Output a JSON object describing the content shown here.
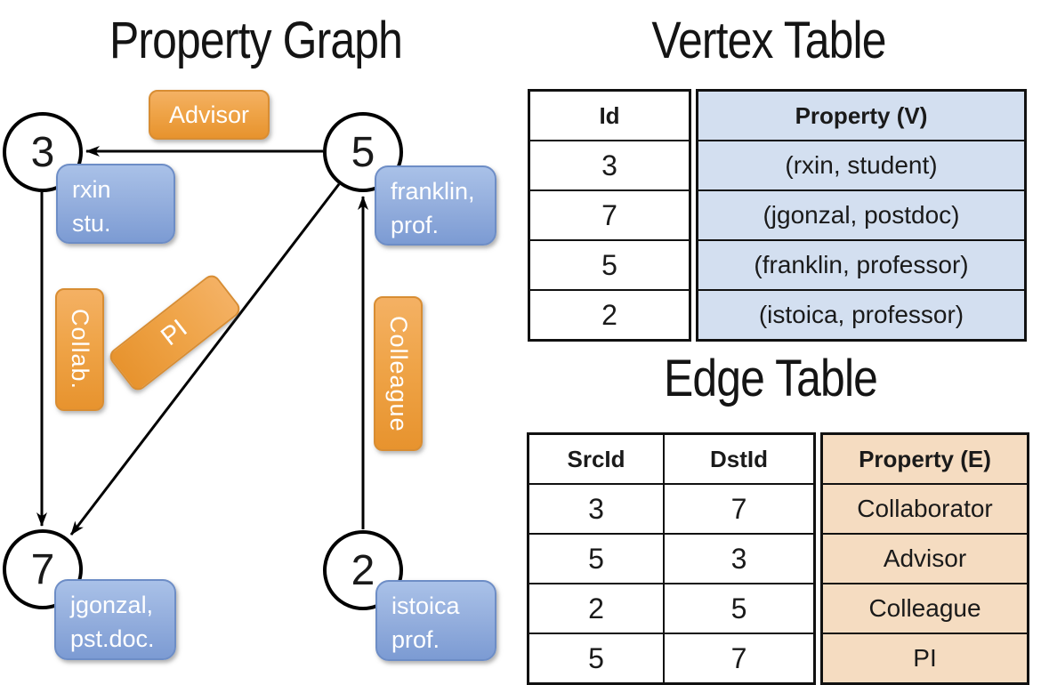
{
  "graph": {
    "title": "Property Graph",
    "vertices": [
      {
        "id": "3",
        "line1": "rxin",
        "line2": "stu."
      },
      {
        "id": "5",
        "line1": "franklin,",
        "line2": "prof."
      },
      {
        "id": "7",
        "line1": "jgonzal,",
        "line2": "pst.doc."
      },
      {
        "id": "2",
        "line1": "istoica",
        "line2": "prof."
      }
    ],
    "edge_labels": {
      "advisor": "Advisor",
      "collab": "Collab.",
      "pi": "PI",
      "colleague": "Colleague"
    }
  },
  "vertex_table": {
    "title": "Vertex Table",
    "id_header": "Id",
    "property_header": "Property (V)",
    "rows": [
      {
        "id": "3",
        "property": "(rxin, student)"
      },
      {
        "id": "7",
        "property": "(jgonzal, postdoc)"
      },
      {
        "id": "5",
        "property": "(franklin, professor)"
      },
      {
        "id": "2",
        "property": "(istoica, professor)"
      }
    ]
  },
  "edge_table": {
    "title": "Edge Table",
    "src_header": "SrcId",
    "dst_header": "DstId",
    "property_header": "Property (E)",
    "rows": [
      {
        "src": "3",
        "dst": "7",
        "property": "Collaborator"
      },
      {
        "src": "5",
        "dst": "3",
        "property": "Advisor"
      },
      {
        "src": "2",
        "dst": "5",
        "property": "Colleague"
      },
      {
        "src": "5",
        "dst": "7",
        "property": "PI"
      }
    ]
  },
  "colors": {
    "edge_label_orange": "#efa448",
    "vertex_box_blue": "#96b0de",
    "vertex_table_fill": "#d3dff0",
    "edge_table_fill": "#f5dcc1",
    "line_black": "#000000"
  }
}
